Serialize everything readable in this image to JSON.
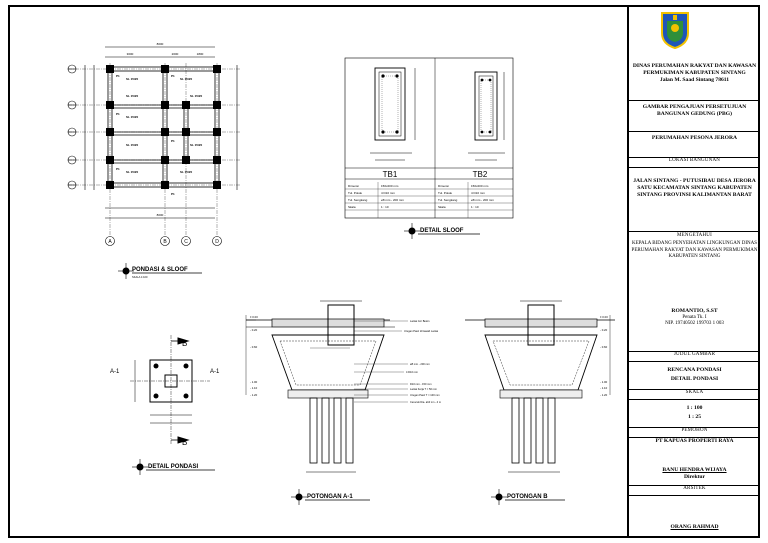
{
  "drawings": {
    "plan_title": "PONDASI & SLOOF",
    "plan_scale": "SKALA 1:100",
    "sloof_detail_title": "DETAIL SLOOF",
    "foundation_detail_title": "DETAIL PONDASI",
    "section_a_title": "POTONGAN A-1",
    "section_b_title": "POTONGAN B",
    "grid_letters": [
      "A",
      "B",
      "C",
      "D"
    ],
    "beam_label": "SL 15/20",
    "pile_label": "P1",
    "section_marker_a": "A-1",
    "section_marker_b": "B"
  },
  "beam_table": {
    "tb1": {
      "title": "TB1",
      "rows": [
        {
          "label": "Dimensi",
          "value": "150x200 mm"
        },
        {
          "label": "Tul. Pokok",
          "value": "4 D10 mm"
        },
        {
          "label": "Tul. Sengkang",
          "value": "ø8 mm - 200 mm"
        },
        {
          "label": "Skala",
          "value": "1 : 10"
        }
      ]
    },
    "tb2": {
      "title": "TB2",
      "rows": [
        {
          "label": "Dimensi",
          "value": "150x200 mm"
        },
        {
          "label": "Tul. Pokok",
          "value": "4 D10 mm"
        },
        {
          "label": "Tul. Sengkang",
          "value": "ø8 mm - 200 mm"
        },
        {
          "label": "Skala",
          "value": "1 : 10"
        }
      ]
    }
  },
  "section_notes": [
    "Lantai Cor Beton",
    "Urugan Pasir di bawah Lantai",
    "ø8 mm - 200 mm",
    "4 D10 mm",
    "D10 mm - 150 mm",
    "Lantai Kerja T = 50 mm",
    "Urugan Pasir T = 100 mm",
    "Cerucuk Dia. ø10 cm - 4 m"
  ],
  "level_labels": [
    "± 0.00",
    "- 0.20",
    "- 0.60",
    "- 1.00",
    "- 1.10",
    "- 1.20"
  ],
  "title_block": {
    "agency": "DINAS PERUMAHAN RAKYAT DAN KAWASAN PERMUKIMAN KABUPATEN SINTANG",
    "address": "Jalan M. Saad Sintang 78611",
    "drawing_type": "GAMBAR PENGAJUAN PERSETUJUAN BANGUNAN GEDUNG (PBG)",
    "project": "PERUMAHAN PESONA JERORA",
    "location_label": "LOKASI BANGUNAN",
    "location": "JALAN SINTANG - PUTUSIBAU DESA JERORA SATU KECAMATAN SINTANG KABUPATEN SINTANG PROVINSI KALIMANTAN BARAT",
    "approver_label": "MENGETAHUI",
    "approver_title": "KEPALA BIDANG PENYEHATAN LINGKUNGAN DINAS PERUMAHAN RAKYAT DAN KAWASAN PERMUKIMAN KABUPATEN SINTANG",
    "approver_name": "ROMANTIO, S.ST",
    "approver_rank": "Penata Tk. I",
    "approver_nip": "NIP. 19740502 199703 1 003",
    "drawing_title_label": "JUDUL GAMBAR",
    "drawing_title": "RENCANA PONDASI",
    "drawing_subtitle": "DETAIL PONDASI",
    "scale_label": "SKALA",
    "scale_1": "1 : 100",
    "scale_2": "1 : 25",
    "owner_label": "PEMOHON",
    "owner_company": "PT KAPUAS PROPERTI RAYA",
    "owner_name": "BANU HENDRA WIJAYA",
    "owner_role": "Direktur",
    "architect_label": "ARSITEK",
    "architect_name": "ORANG RAHMAD"
  },
  "colors": {
    "logo_blue": "#1f56b8",
    "logo_yellow": "#f2c200",
    "logo_green": "#2f8f3a"
  }
}
